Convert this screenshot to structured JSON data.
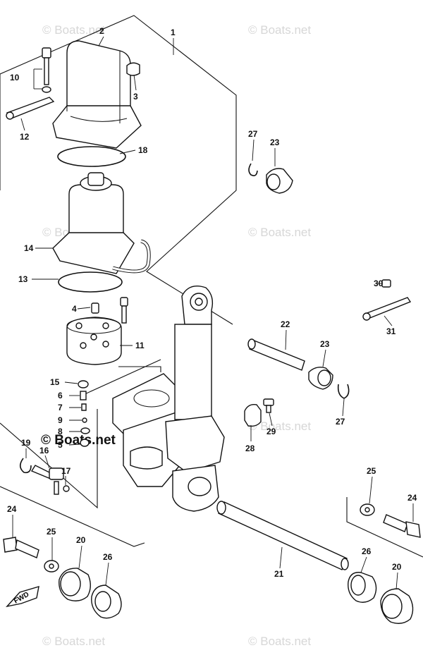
{
  "watermark": "© Boats.net",
  "fwd_label": "FWD",
  "callouts": {
    "c1": "1",
    "c2": "2",
    "c3": "3",
    "c4": "4",
    "c5": "5",
    "c6": "6",
    "c7": "7",
    "c8": "8",
    "c9": "9",
    "c10": "10",
    "c11": "11",
    "c12": "12",
    "c13": "13",
    "c14": "14",
    "c15": "15",
    "c16": "16",
    "c17": "17",
    "c18": "18",
    "c19": "19",
    "c20a": "20",
    "c20b": "20",
    "c21": "21",
    "c22": "22",
    "c23a": "23",
    "c23b": "23",
    "c24a": "24",
    "c24b": "24",
    "c25a": "25",
    "c25b": "25",
    "c26a": "26",
    "c26b": "26",
    "c27a": "27",
    "c27b": "27",
    "c28": "28",
    "c29": "29",
    "c30": "30",
    "c31": "31"
  }
}
